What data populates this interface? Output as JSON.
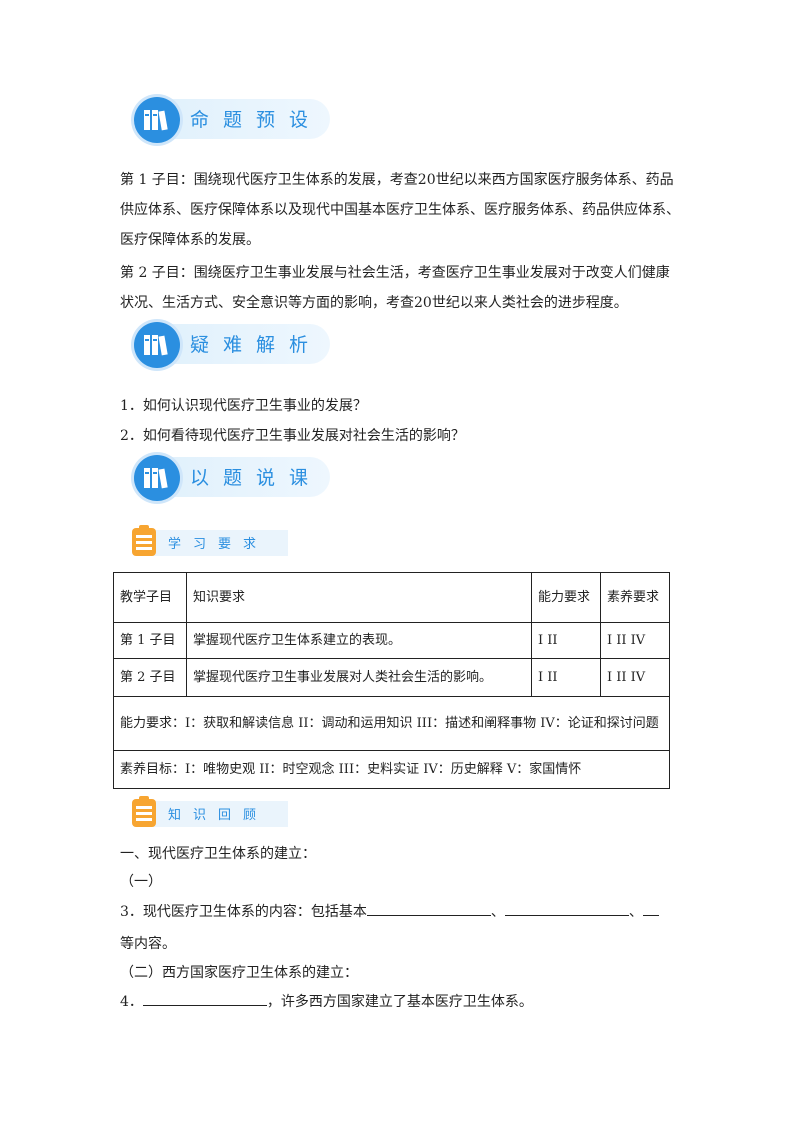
{
  "sections": {
    "preset_title": "命题预设",
    "difficulty_title": "疑难解析",
    "lesson_title": "以题说课"
  },
  "tags": {
    "learning_req": "学习要求",
    "review": "知识回顾"
  },
  "preset": {
    "p1": "第 1 子目：围绕现代医疗卫生体系的发展，考查20世纪以来西方国家医疗服务体系、药品供应体系、医疗保障体系以及现代中国基本医疗卫生体系、医疗服务体系、药品供应体系、医疗保障体系的发展。",
    "p2": "第 2 子目：围绕医疗卫生事业发展与社会生活，考查医疗卫生事业发展对于改变人们健康状况、生活方式、安全意识等方面的影响，考查20世纪以来人类社会的进步程度。"
  },
  "questions": [
    "1．如何认识现代医疗卫生事业的发展？",
    "2．如何看待现代医疗卫生事业发展对社会生活的影响？"
  ],
  "table": {
    "headers": [
      "教学子目",
      "知识要求",
      "能力要求",
      "素养要求"
    ],
    "rows": [
      [
        "第 1 子目",
        "掌握现代医疗卫生体系建立的表现。",
        "I II",
        "I II IV"
      ],
      [
        "第 2 子目",
        "掌握现代医疗卫生事业发展对人类社会生活的影响。",
        "I II",
        "I II IV"
      ]
    ],
    "ability_note": "能力要求：I：获取和解读信息 II：调动和运用知识 III：描述和阐释事物 IV：论证和探讨问题",
    "literacy_note": "素养目标：I：唯物史观 II：时空观念 III：史料实证 IV：历史解释 V：家国情怀"
  },
  "review": {
    "heading": "一、现代医疗卫生体系的建立：",
    "sub1": "（一）",
    "item3_prefix": "3．现代医疗卫生体系的内容：包括基本",
    "item3_sep1": "、",
    "item3_sep2": "、",
    "item3_suffix": "等内容。",
    "sub2": "（二）西方国家医疗卫生体系的建立：",
    "item4_prefix": "4．",
    "item4_suffix": "，许多西方国家建立了基本医疗卫生体系。"
  }
}
